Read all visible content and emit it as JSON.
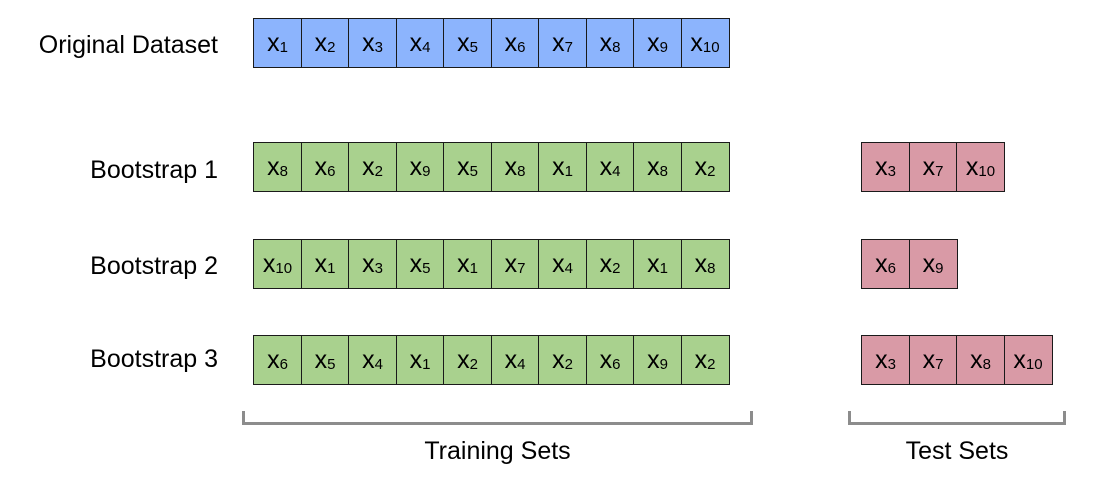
{
  "labels": {
    "original": "Original Dataset",
    "bootstrap1": "Bootstrap 1",
    "bootstrap2": "Bootstrap 2",
    "bootstrap3": "Bootstrap 3",
    "training_sets": "Training Sets",
    "test_sets": "Test Sets"
  },
  "colors": {
    "original": "#8cb4fd",
    "training": "#a9d18e",
    "test": "#d99aa6",
    "bracket": "#8c8c8c"
  },
  "cell_letter": "x",
  "original": [
    1,
    2,
    3,
    4,
    5,
    6,
    7,
    8,
    9,
    10
  ],
  "bootstraps": [
    {
      "train": [
        8,
        6,
        2,
        9,
        5,
        8,
        1,
        4,
        8,
        2
      ],
      "test": [
        3,
        7,
        10
      ]
    },
    {
      "train": [
        10,
        1,
        3,
        5,
        1,
        7,
        4,
        2,
        1,
        8
      ],
      "test": [
        6,
        9
      ]
    },
    {
      "train": [
        6,
        5,
        4,
        1,
        2,
        4,
        2,
        6,
        9,
        2
      ],
      "test": [
        3,
        7,
        8,
        10
      ]
    }
  ]
}
